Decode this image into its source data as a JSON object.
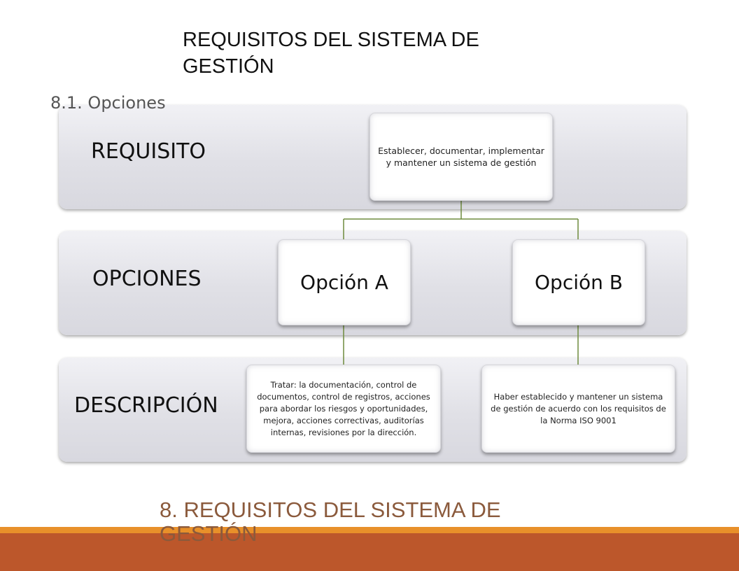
{
  "header": {
    "title": "REQUISITOS DEL SISTEMA DE GESTIÓN",
    "subtitle": "8.1. Opciones"
  },
  "bands": {
    "requisito": "REQUISITO",
    "opciones": "OPCIONES",
    "descripcion": "DESCRIPCIÓN"
  },
  "nodes": {
    "root": "Establecer, documentar, implementar y mantener un sistema de gestión",
    "option_a": "Opción A",
    "option_b": "Opción B",
    "desc_a": "Tratar: la documentación, control de documentos, control de registros, acciones para abordar los riesgos y oportunidades, mejora, acciones correctivas, auditorías internas, revisiones por la dirección.",
    "desc_b": "Haber establecido y mantener un sistema de gestión de acuerdo con los requisitos de la Norma ISO 9001"
  },
  "footer": {
    "title": "8. REQUISITOS DEL SISTEMA DE GESTIÓN"
  },
  "colors": {
    "connector": "#6e8b3d",
    "footer_line": "#e8902a",
    "footer_bar": "#bc572b"
  }
}
